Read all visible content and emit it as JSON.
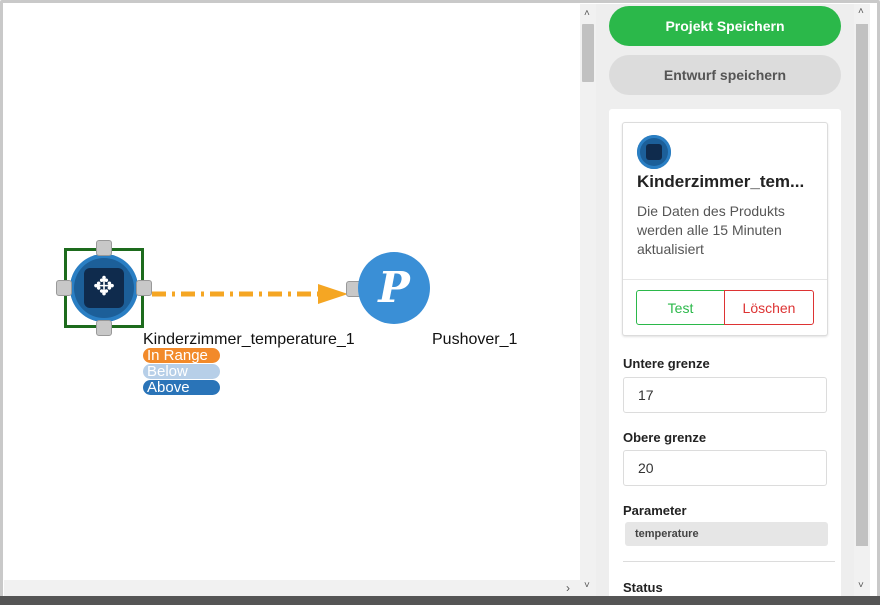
{
  "canvas": {
    "node1": {
      "label": "Kinderzimmer_temperature_1",
      "states": [
        "In Range",
        "Below",
        "Above"
      ]
    },
    "node2": {
      "label": "Pushover_1",
      "glyph": "P"
    },
    "colors": {
      "selection": "#1d6b1d",
      "connector": "#f5a623",
      "in_range": "#f28a2a",
      "below": "#b7cfe8",
      "above": "#2a74b8",
      "pushover": "#3a8fd6"
    }
  },
  "sidebar": {
    "save_project_label": "Projekt Speichern",
    "save_draft_label": "Entwurf speichern",
    "card": {
      "title": "Kinderzimmer_tem...",
      "description": "Die Daten des Produkts werden alle 15 Minuten aktualisiert",
      "test_label": "Test",
      "delete_label": "Löschen"
    },
    "lower_limit": {
      "label": "Untere grenze",
      "value": "17"
    },
    "upper_limit": {
      "label": "Obere grenze",
      "value": "20"
    },
    "parameter": {
      "label": "Parameter",
      "value": "temperature"
    },
    "status": {
      "label": "Status"
    },
    "colors": {
      "primary": "#2bb84a",
      "danger": "#dd3333"
    }
  },
  "icons": {
    "move": "move-arrows-icon",
    "chevron_up": "chevron-up-icon",
    "chevron_down": "chevron-down-icon",
    "chevron_right": "chevron-right-icon"
  }
}
